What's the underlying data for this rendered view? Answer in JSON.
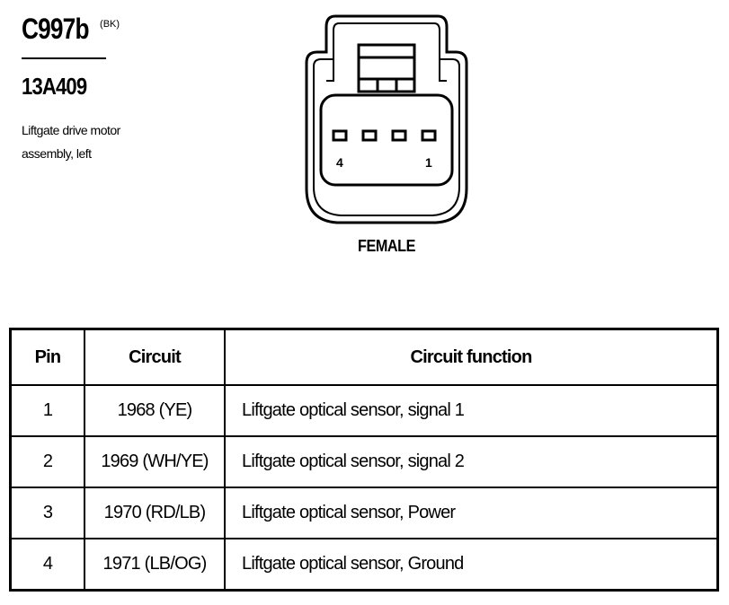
{
  "connector": {
    "id": "C997b",
    "color_code": "(BK)",
    "part_number": "13A409",
    "description": "Liftgate drive motor assembly, left",
    "gender": "FEMALE",
    "pin_labels": {
      "left": "4",
      "right": "1"
    }
  },
  "table": {
    "headers": {
      "pin": "Pin",
      "circuit": "Circuit",
      "function": "Circuit function"
    },
    "rows": [
      {
        "pin": "1",
        "circuit": "1968 (YE)",
        "function": "Liftgate optical sensor, signal 1"
      },
      {
        "pin": "2",
        "circuit": "1969 (WH/YE)",
        "function": "Liftgate optical sensor, signal 2"
      },
      {
        "pin": "3",
        "circuit": "1970 (RD/LB)",
        "function": "Liftgate optical sensor, Power"
      },
      {
        "pin": "4",
        "circuit": "1971 (LB/OG)",
        "function": "Liftgate optical sensor, Ground"
      }
    ]
  }
}
